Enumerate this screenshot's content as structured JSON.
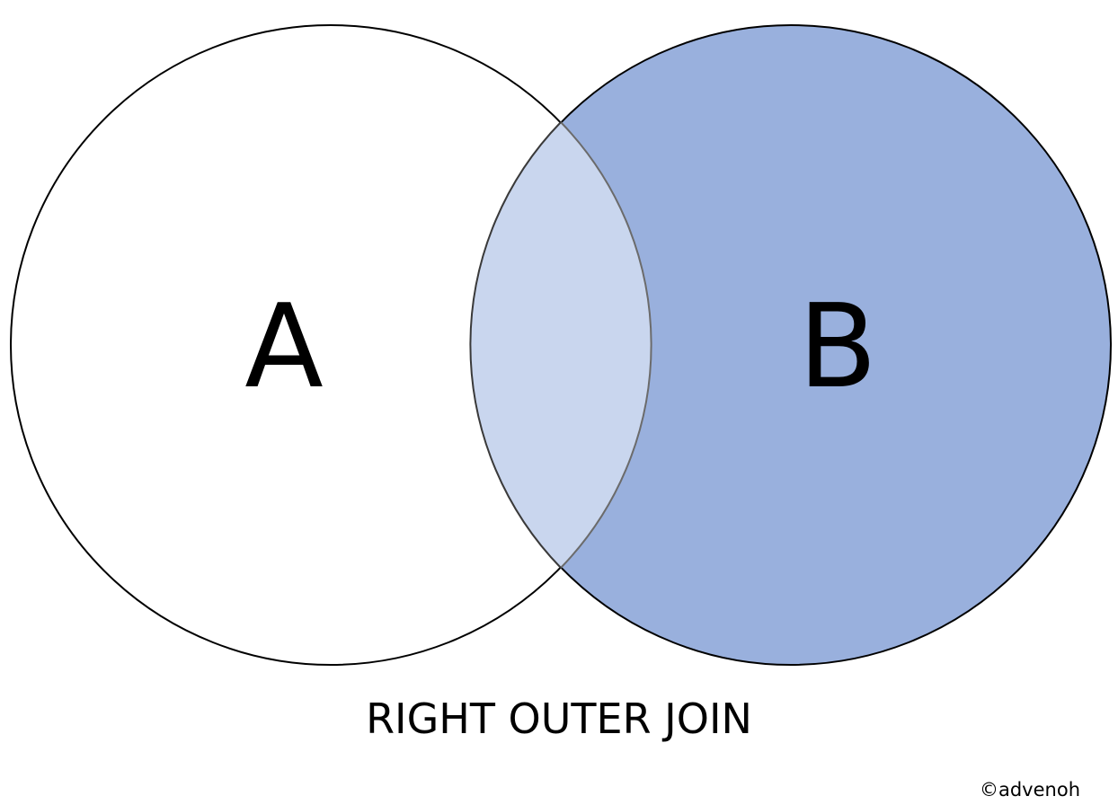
{
  "diagram": {
    "set_a_label": "A",
    "set_b_label": "B",
    "title": "RIGHT OUTER JOIN",
    "credit": "©advenoh"
  },
  "colors": {
    "set_a_fill": "#ffffff",
    "set_b_fill": "#99b0dd",
    "intersection_fill": "#c9d6ee",
    "outline": "#000000",
    "inner_outline": "#6b6b6b"
  }
}
